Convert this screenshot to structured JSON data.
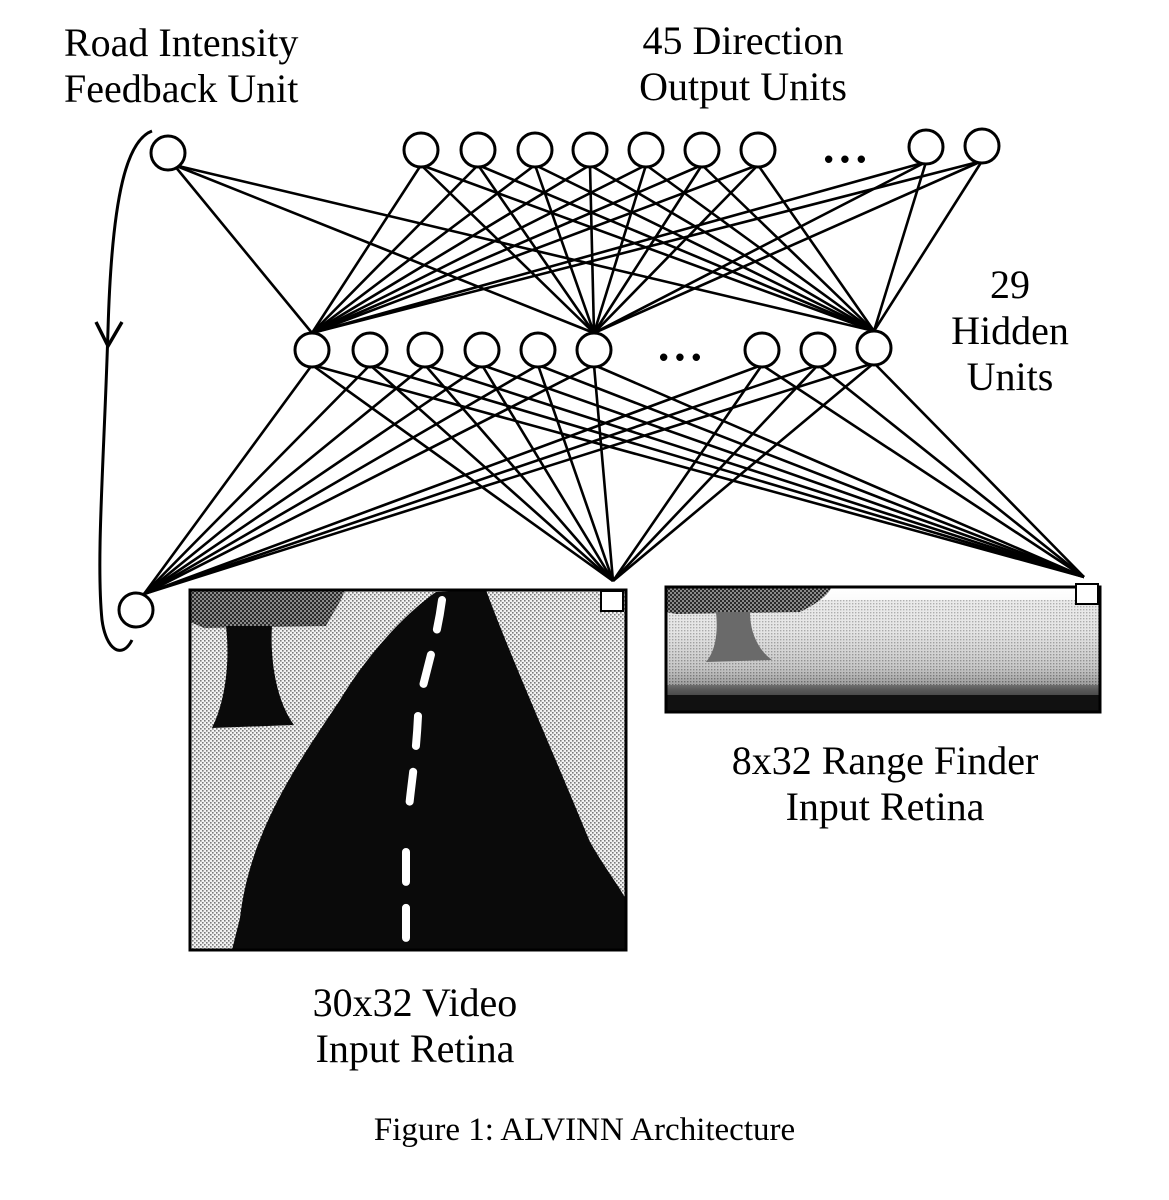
{
  "labels": {
    "feedback_unit": [
      "Road Intensity",
      "Feedback Unit"
    ],
    "output_units": [
      "45 Direction",
      "Output Units"
    ],
    "hidden_units": [
      "29",
      "Hidden",
      "Units"
    ],
    "range_finder": [
      "8x32 Range Finder",
      "Input Retina"
    ],
    "video_retina": [
      "30x32 Video",
      "Input Retina"
    ]
  },
  "ellipsis": "• • •",
  "caption": "Figure 1:  ALVINN Architecture"
}
